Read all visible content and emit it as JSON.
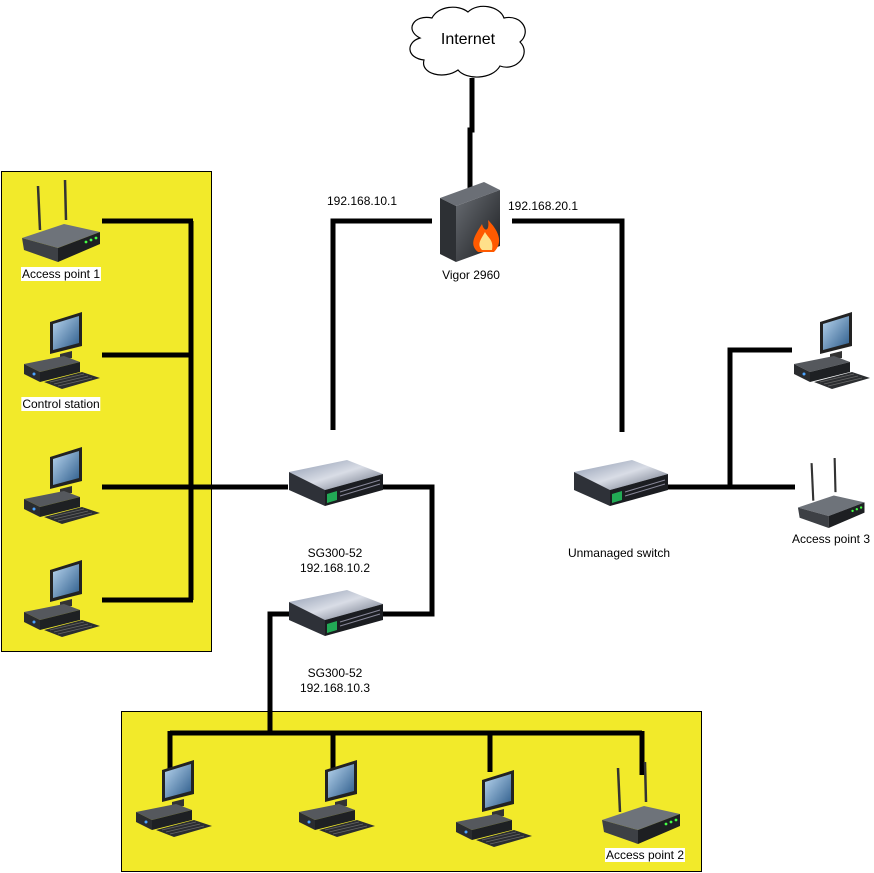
{
  "colors": {
    "zone_fill": "#F2EA2A",
    "link": "#000000"
  },
  "internet": {
    "label": "Internet"
  },
  "router": {
    "label": "Vigor 2960",
    "left_ip": "192.168.10.1",
    "right_ip": "192.168.20.1",
    "icon": "firewall-router-icon"
  },
  "switch1": {
    "name": "SG300-52",
    "ip": "192.168.10.2"
  },
  "switch2": {
    "name": "SG300-52",
    "ip": "192.168.10.3"
  },
  "unmanaged_switch": {
    "label": "Unmanaged switch"
  },
  "left_zone": {
    "access_point": "Access point 1",
    "control_station": "Control station"
  },
  "bottom_zone": {
    "access_point": "Access point 2"
  },
  "right_side": {
    "access_point": "Access point 3"
  }
}
